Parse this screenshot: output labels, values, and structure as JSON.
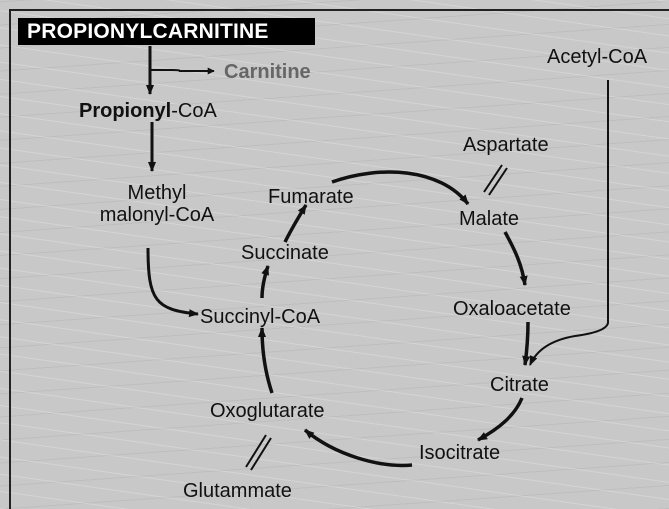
{
  "title": "PROPIONYLCARNITINE",
  "nodes": {
    "carnitine": "Carnitine",
    "propionyl_bold": "Propionyl",
    "propionyl_rest": "-CoA",
    "methyl_line1": "Methyl",
    "methyl_line2": "malonyl-CoA",
    "acetyl_coa": "Acetyl-CoA",
    "aspartate": "Aspartate",
    "fumarate": "Fumarate",
    "malate": "Malate",
    "succinate": "Succinate",
    "oxaloacetate": "Oxaloacetate",
    "succinyl_coa": "Succinyl-CoA",
    "citrate": "Citrate",
    "oxoglutarate": "Oxoglutarate",
    "isocitrate": "Isocitrate",
    "glutammate": "Glutammate"
  },
  "colors": {
    "background": "#c8c8c8",
    "title_bg": "#000000",
    "title_text": "#ffffff",
    "carnitine_text": "#666666",
    "ink": "#111111"
  }
}
